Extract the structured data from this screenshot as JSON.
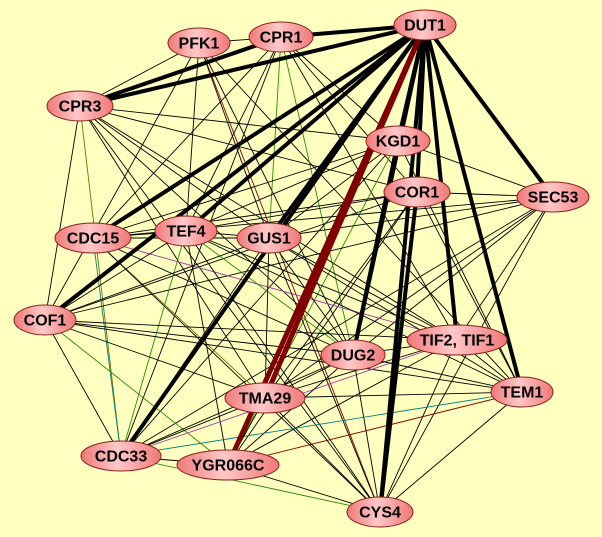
{
  "network": {
    "background": "#ffffc0",
    "node_fill": "#f48a8a",
    "nodes": [
      "DUT1",
      "CPR1",
      "PFK1",
      "CPR3",
      "KGD1",
      "COR1",
      "SEC53",
      "CDC15",
      "TEF4",
      "GUS1",
      "COF1",
      "TIF2, TIF1",
      "DUG2",
      "TEM1",
      "TMA29",
      "CDC33",
      "YGR066C",
      "CYS4"
    ],
    "edge_colors": {
      "black": "#000000",
      "darkred": "#800000",
      "green": "#2a8a00",
      "olive": "#7a6a00",
      "teal": "#008080",
      "purple": "#a040a0"
    },
    "thick_edges": [
      [
        "DUT1",
        "CPR1",
        "black"
      ],
      [
        "DUT1",
        "CPR3",
        "black"
      ],
      [
        "DUT1",
        "CDC15",
        "black"
      ],
      [
        "DUT1",
        "COF1",
        "black"
      ],
      [
        "DUT1",
        "GUS1",
        "black"
      ],
      [
        "DUT1",
        "CDC33",
        "black"
      ],
      [
        "DUT1",
        "TIF2, TIF1",
        "black"
      ],
      [
        "DUT1",
        "TEM1",
        "black"
      ],
      [
        "DUT1",
        "SEC53",
        "black"
      ],
      [
        "DUT1",
        "CYS4",
        "black"
      ],
      [
        "DUT1",
        "DUG2",
        "black"
      ],
      [
        "DUT1",
        "COR1",
        "black"
      ],
      [
        "DUT1",
        "KGD1",
        "black"
      ],
      [
        "DUT1",
        "TEF4",
        "black"
      ],
      [
        "DUT1",
        "YGR066C",
        "darkred"
      ],
      [
        "DUT1",
        "TMA29",
        "darkred"
      ],
      [
        "CPR1",
        "CPR3",
        "black"
      ],
      [
        "KGD1",
        "DUG2",
        "black"
      ],
      [
        "COR1",
        "CYS4",
        "black"
      ]
    ],
    "thin_edges": [
      [
        "PFK1",
        "CPR1",
        "black"
      ],
      [
        "PFK1",
        "CPR3",
        "black"
      ],
      [
        "PFK1",
        "GUS1",
        "black"
      ],
      [
        "PFK1",
        "TEF4",
        "black"
      ],
      [
        "PFK1",
        "DUG2",
        "black"
      ],
      [
        "PFK1",
        "CYS4",
        "darkred"
      ],
      [
        "PFK1",
        "TEM1",
        "black"
      ],
      [
        "PFK1",
        "COF1",
        "black"
      ],
      [
        "CPR1",
        "GUS1",
        "green"
      ],
      [
        "CPR1",
        "TEF4",
        "black"
      ],
      [
        "CPR1",
        "KGD1",
        "black"
      ],
      [
        "CPR1",
        "COR1",
        "black"
      ],
      [
        "CPR1",
        "DUG2",
        "green"
      ],
      [
        "CPR1",
        "CDC33",
        "black"
      ],
      [
        "CPR1",
        "TIF2, TIF1",
        "black"
      ],
      [
        "CPR1",
        "CDC15",
        "black"
      ],
      [
        "CPR3",
        "KGD1",
        "black"
      ],
      [
        "CPR3",
        "COR1",
        "black"
      ],
      [
        "CPR3",
        "GUS1",
        "black"
      ],
      [
        "CPR3",
        "COF1",
        "black"
      ],
      [
        "CPR3",
        "CDC33",
        "olive"
      ],
      [
        "CPR3",
        "DUG2",
        "black"
      ],
      [
        "CPR3",
        "TIF2, TIF1",
        "black"
      ],
      [
        "CPR3",
        "TMA29",
        "black"
      ],
      [
        "CPR3",
        "CYS4",
        "black"
      ],
      [
        "KGD1",
        "CDC15",
        "black"
      ],
      [
        "KGD1",
        "TEF4",
        "black"
      ],
      [
        "KGD1",
        "GUS1",
        "black"
      ],
      [
        "KGD1",
        "SEC53",
        "black"
      ],
      [
        "KGD1",
        "YGR066C",
        "green"
      ],
      [
        "KGD1",
        "CDC33",
        "black"
      ],
      [
        "KGD1",
        "TEM1",
        "black"
      ],
      [
        "COR1",
        "CDC15",
        "black"
      ],
      [
        "COR1",
        "TEF4",
        "black"
      ],
      [
        "COR1",
        "SEC53",
        "black"
      ],
      [
        "COR1",
        "COF1",
        "black"
      ],
      [
        "COR1",
        "TMA29",
        "black"
      ],
      [
        "COR1",
        "TEM1",
        "black"
      ],
      [
        "COR1",
        "YGR066C",
        "black"
      ],
      [
        "SEC53",
        "CDC15",
        "black"
      ],
      [
        "SEC53",
        "GUS1",
        "black"
      ],
      [
        "SEC53",
        "COF1",
        "black"
      ],
      [
        "SEC53",
        "DUG2",
        "black"
      ],
      [
        "SEC53",
        "TMA29",
        "black"
      ],
      [
        "SEC53",
        "CYS4",
        "black"
      ],
      [
        "SEC53",
        "CDC33",
        "black"
      ],
      [
        "SEC53",
        "TIF2, TIF1",
        "black"
      ],
      [
        "CDC15",
        "TEF4",
        "black"
      ],
      [
        "CDC15",
        "GUS1",
        "black"
      ],
      [
        "CDC15",
        "CDC33",
        "teal"
      ],
      [
        "CDC15",
        "TIF2, TIF1",
        "purple"
      ],
      [
        "CDC15",
        "DUG2",
        "black"
      ],
      [
        "CDC15",
        "TMA29",
        "olive"
      ],
      [
        "CDC15",
        "CYS4",
        "black"
      ],
      [
        "TEF4",
        "GUS1",
        "black"
      ],
      [
        "TEF4",
        "COF1",
        "black"
      ],
      [
        "TEF4",
        "CDC33",
        "green"
      ],
      [
        "TEF4",
        "YGR066C",
        "black"
      ],
      [
        "TEF4",
        "TIF2, TIF1",
        "black"
      ],
      [
        "TEF4",
        "TEM1",
        "black"
      ],
      [
        "TEF4",
        "CYS4",
        "black"
      ],
      [
        "TEF4",
        "DUG2",
        "green"
      ],
      [
        "GUS1",
        "COF1",
        "black"
      ],
      [
        "GUS1",
        "DUG2",
        "black"
      ],
      [
        "GUS1",
        "TMA29",
        "black"
      ],
      [
        "GUS1",
        "TEM1",
        "black"
      ],
      [
        "GUS1",
        "CYS4",
        "black"
      ],
      [
        "GUS1",
        "CDC33",
        "black"
      ],
      [
        "GUS1",
        "TIF2, TIF1",
        "black"
      ],
      [
        "COF1",
        "CDC33",
        "black"
      ],
      [
        "COF1",
        "TMA29",
        "black"
      ],
      [
        "COF1",
        "TIF2, TIF1",
        "black"
      ],
      [
        "COF1",
        "DUG2",
        "black"
      ],
      [
        "COF1",
        "TEM1",
        "black"
      ],
      [
        "COF1",
        "YGR066C",
        "green"
      ],
      [
        "TIF2, TIF1",
        "DUG2",
        "black"
      ],
      [
        "TIF2, TIF1",
        "TEM1",
        "black"
      ],
      [
        "TIF2, TIF1",
        "CDC33",
        "purple"
      ],
      [
        "TIF2, TIF1",
        "YGR066C",
        "black"
      ],
      [
        "TIF2, TIF1",
        "CYS4",
        "black"
      ],
      [
        "TIF2, TIF1",
        "TMA29",
        "black"
      ],
      [
        "DUG2",
        "TMA29",
        "black"
      ],
      [
        "DUG2",
        "CDC33",
        "black"
      ],
      [
        "DUG2",
        "TEM1",
        "black"
      ],
      [
        "DUG2",
        "CYS4",
        "black"
      ],
      [
        "DUG2",
        "YGR066C",
        "black"
      ],
      [
        "TEM1",
        "TMA29",
        "black"
      ],
      [
        "TEM1",
        "CDC33",
        "teal"
      ],
      [
        "TEM1",
        "YGR066C",
        "darkred"
      ],
      [
        "TEM1",
        "CYS4",
        "black"
      ],
      [
        "TMA29",
        "CDC33",
        "black"
      ],
      [
        "TMA29",
        "YGR066C",
        "black"
      ],
      [
        "TMA29",
        "CYS4",
        "black"
      ],
      [
        "CDC33",
        "YGR066C",
        "black"
      ],
      [
        "CDC33",
        "CYS4",
        "green"
      ],
      [
        "YGR066C",
        "CYS4",
        "black"
      ]
    ]
  }
}
